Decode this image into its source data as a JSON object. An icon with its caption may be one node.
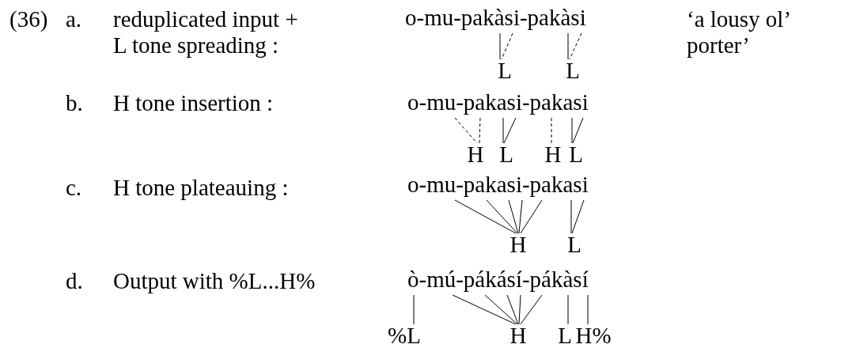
{
  "diagram": {
    "nodes": [
      {
        "text": [
          "o-mu-pakàsi-pakàsi"
        ]
      },
      {
        "text": [
          "L"
        ]
      },
      {
        "text": [
          "L"
        ]
      },
      {
        "text": [
          "o-mu-pakasi-pakasi"
        ]
      },
      {
        "text": [
          "H"
        ]
      },
      {
        "text": [
          "L"
        ]
      },
      {
        "text": [
          "H"
        ]
      },
      {
        "text": [
          "L"
        ]
      },
      {
        "text": [
          "o-mu-pakasi-pakasi"
        ]
      },
      {
        "text": [
          "H"
        ]
      },
      {
        "text": [
          "L"
        ]
      },
      {
        "text": [
          "ò-mú-pákásí-pákàsí"
        ]
      },
      {
        "text": [
          "%L"
        ]
      },
      {
        "text": [
          "H"
        ]
      },
      {
        "text": [
          "L"
        ]
      },
      {
        "text": [
          "H%"
        ]
      }
    ],
    "edges": [
      {
        "from": 0,
        "to": 1,
        "arrow": "none"
      },
      {
        "from": 0,
        "to": 1,
        "arrow": "none",
        "style": "dashed"
      },
      {
        "from": 0,
        "to": 2,
        "arrow": "none"
      },
      {
        "from": 0,
        "to": 2,
        "arrow": "none",
        "style": "dashed"
      },
      {
        "from": 3,
        "to": 4,
        "arrow": "none",
        "style": "dashed"
      },
      {
        "from": 3,
        "to": 4,
        "arrow": "none",
        "style": "dashed"
      },
      {
        "from": 3,
        "to": 5,
        "arrow": "none"
      },
      {
        "from": 3,
        "to": 5,
        "arrow": "none"
      },
      {
        "from": 3,
        "to": 6,
        "arrow": "none",
        "style": "dashed"
      },
      {
        "from": 3,
        "to": 7,
        "arrow": "none"
      },
      {
        "from": 3,
        "to": 7,
        "arrow": "none"
      },
      {
        "from": 8,
        "to": 9,
        "arrow": "none"
      },
      {
        "from": 8,
        "to": 9,
        "arrow": "none"
      },
      {
        "from": 8,
        "to": 9,
        "arrow": "none"
      },
      {
        "from": 8,
        "to": 9,
        "arrow": "none"
      },
      {
        "from": 8,
        "to": 9,
        "arrow": "none"
      },
      {
        "from": 8,
        "to": 10,
        "arrow": "none"
      },
      {
        "from": 8,
        "to": 10,
        "arrow": "none"
      },
      {
        "from": 11,
        "to": 12,
        "arrow": "none"
      },
      {
        "from": 11,
        "to": 13,
        "arrow": "none"
      },
      {
        "from": 11,
        "to": 13,
        "arrow": "none"
      },
      {
        "from": 11,
        "to": 13,
        "arrow": "none"
      },
      {
        "from": 11,
        "to": 13,
        "arrow": "none"
      },
      {
        "from": 11,
        "to": 13,
        "arrow": "none"
      },
      {
        "from": 11,
        "to": 14,
        "arrow": "none"
      },
      {
        "from": 11,
        "to": 15,
        "arrow": "none"
      }
    ],
    "labels": [
      "(36)",
      "a.",
      "reduplicated input + L tone spreading :",
      "‘a lousy ol’ porter’",
      "b.",
      "H tone insertion :",
      "c.",
      "H tone plateauing :",
      "d.",
      "Output with %L...H%"
    ]
  }
}
